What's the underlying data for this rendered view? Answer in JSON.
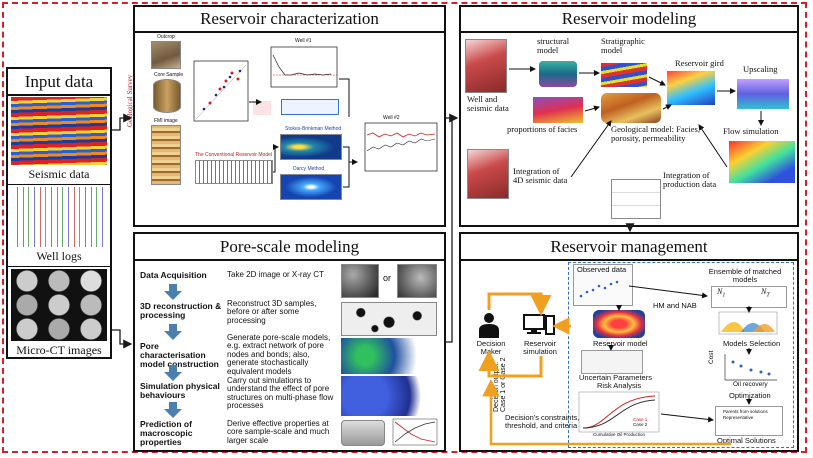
{
  "input": {
    "title": "Input data",
    "seismic_label": "Seismic  data",
    "logs_label": "Well logs",
    "microct_label": "Micro-CT images"
  },
  "characterization": {
    "title": "Reservoir characterization",
    "outcrop": "Outcrop",
    "core_sample": "Core Sample",
    "fmi_image": "FMI image",
    "geological_survey": "Geological Survey",
    "well1": "Well #1",
    "well2": "Well #2",
    "conventional": "The Conventional Reservoir Model",
    "stokes": "Stokes-Brinkman Method",
    "darcy": "Darcy Method"
  },
  "modeling": {
    "title": "Reservoir modeling",
    "structural": "structural model",
    "stratigraphic": "Stratigraphic model",
    "grid": "Reservoir gird",
    "upscaling": "Upscaling",
    "well_seismic": "Well and seismic data",
    "proportions": "proportions of facies",
    "geological_model": "Geological model: Facies, porosity, permeability",
    "flow_sim": "Flow simulation",
    "seismic4d": "Integration of 4D seismic data",
    "production": "Integration of production data"
  },
  "pore": {
    "title": "Pore-scale modeling",
    "or_label": "or",
    "steps": [
      {
        "label": "Data Acquisition",
        "desc": "Take 2D image or X-ray CT"
      },
      {
        "label": "3D reconstruction & processing",
        "desc": "Reconstruct 3D samples, before or after some processing"
      },
      {
        "label": "Pore characterisation model construction",
        "desc": "Generate  pore-scale models, e.g. extract network of pore nodes and bonds; also, generate stochastically equivalent models"
      },
      {
        "label": "Simulation physical behaviours",
        "desc": "Carry out simulations to understand the effect of pore structures on multi-phase flow processes"
      },
      {
        "label": "Prediction of macroscopic properties",
        "desc": "Derive effective properties at core sample-scale and much larger scale"
      }
    ]
  },
  "management": {
    "title": "Reservoir management",
    "decision_maker": "Decision Maker",
    "reservoir_sim": "Reservoir simulation",
    "observed": "Observed data",
    "ensemble": "Ensemble of matched models",
    "n1": "N",
    "n1_sub": "1",
    "nt": "N",
    "nt_sub": "T",
    "hm_nab": "HM and NAB",
    "reservoir_model": "Reservoir model",
    "models_selection": "Models Selection",
    "uncertain": "Uncertain Parameters",
    "oil_recovery": "Oil recovery",
    "cost": "Cost",
    "optimization": "Optimization",
    "risk": "Risk Analysis",
    "decision_output": "Decision output: Case 1 or Case 2",
    "constraints": "Decision's constraints, threshold, and criteria",
    "optimal": "Optimal Solutions",
    "case1": "Case 1",
    "case2": "Case 2",
    "cum_oil": "Cumulative Oil Production",
    "parents": "Parents from solutions",
    "representative": "Representative"
  },
  "colors": {
    "dash": "#d4202a",
    "arrow_dark": "#1a1a1a",
    "arrow_orange": "#f0a020",
    "step_arrow": "#4a7fb0",
    "mgmt_dash": "#3070c0"
  }
}
